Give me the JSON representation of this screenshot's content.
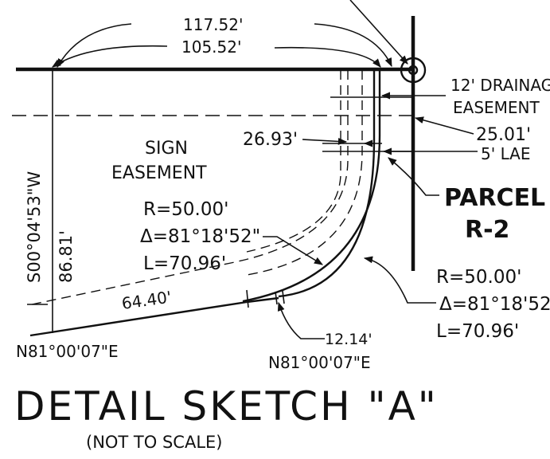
{
  "top_dimension_1": "117.52'",
  "top_dimension_2": "105.52'",
  "drainage_easement": [
    "12' DRAINAG",
    "EASEMENT"
  ],
  "dimension_25": "25.01'",
  "lae_label": "5' LAE",
  "dimension_26": "26.93'",
  "sign_easement": [
    "SIGN",
    "EASEMENT"
  ],
  "parcel": [
    "PARCEL",
    "R-2"
  ],
  "curve_left": [
    "R=50.00'",
    "Δ=81°18'52\"",
    "L=70.96'"
  ],
  "curve_right": [
    "R=50.00'",
    "Δ=81°18'52\"",
    "L=70.96'"
  ],
  "bearing_vertical": "S00°04'53\"W",
  "dimension_vertical": "86.81'",
  "dimension_64": "64.40'",
  "dimension_12": "12.14'",
  "bearing_left": "N81°00'07\"E",
  "bearing_bottom": "N81°00'07\"E",
  "title": "DETAIL SKETCH \"A\"",
  "subtitle": "(NOT TO SCALE)"
}
